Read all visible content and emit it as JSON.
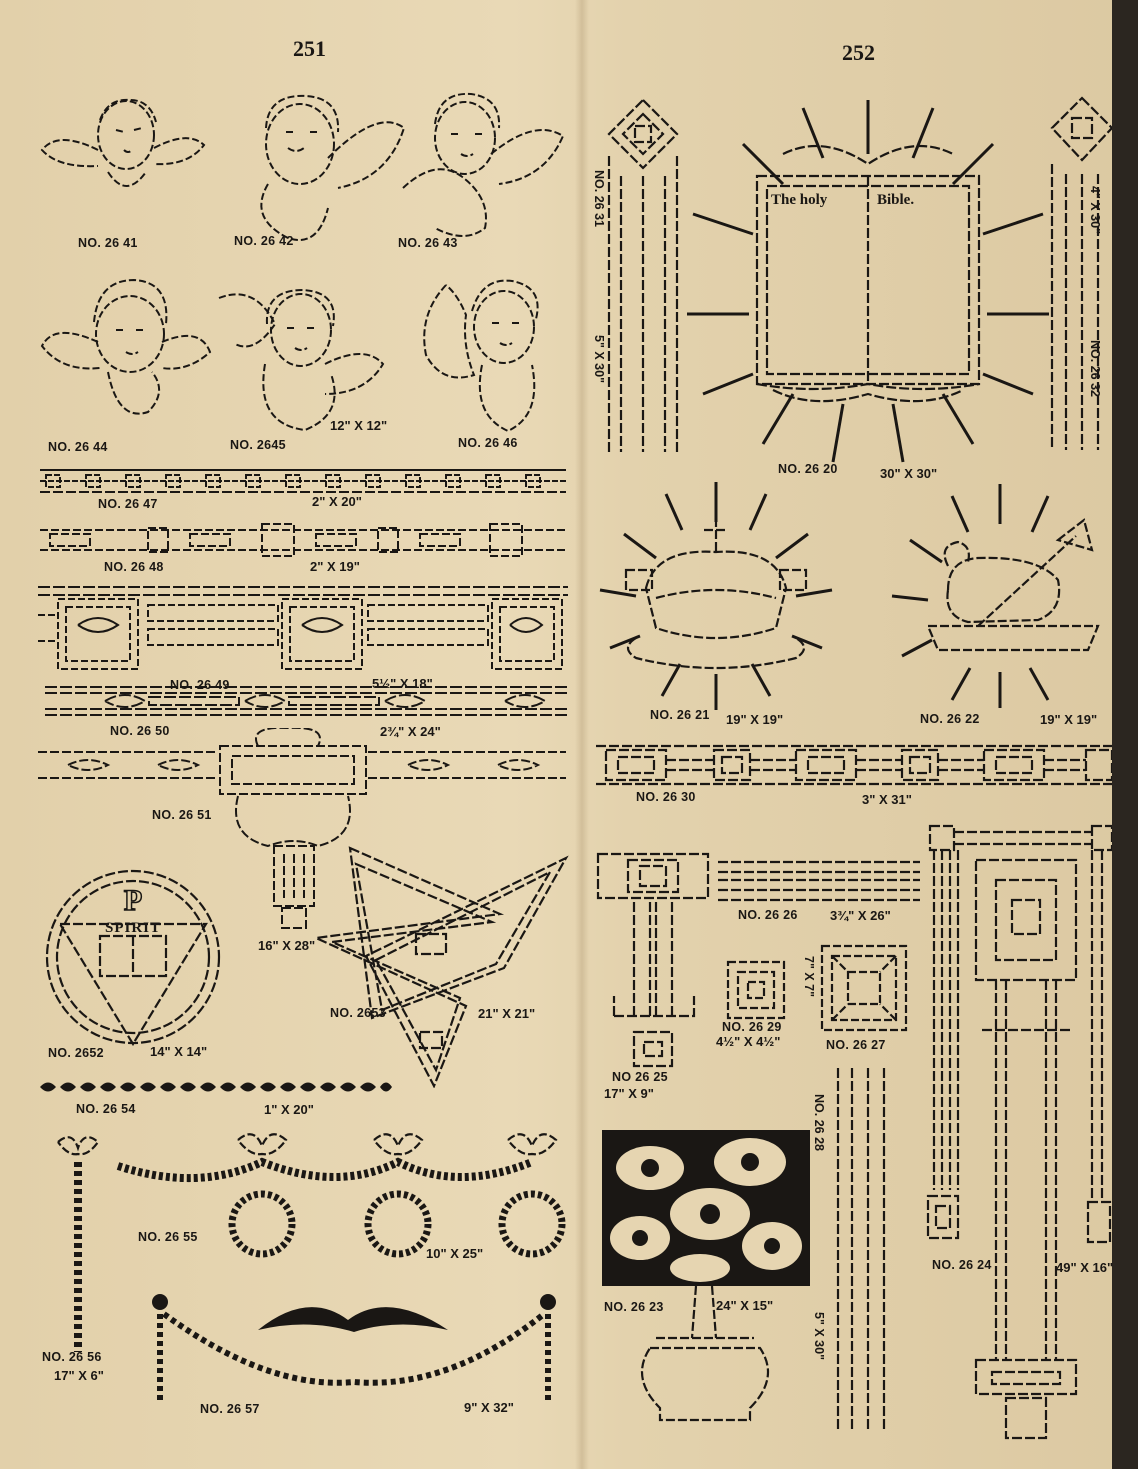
{
  "pages": {
    "left": "251",
    "right": "252"
  },
  "plates": [
    {
      "no": "NO. 26 41"
    },
    {
      "no": "NO. 26 42"
    },
    {
      "no": "NO. 26 43"
    },
    {
      "no": "NO. 26 44"
    },
    {
      "no": "NO. 2645",
      "size": "12\" X 12\""
    },
    {
      "no": "NO. 26 46"
    },
    {
      "no": "NO. 26 47",
      "size": "2\" X 20\""
    },
    {
      "no": "NO. 26 48",
      "size": "2\" X 19\""
    },
    {
      "no": "NO. 26 49",
      "size": "5½\" X 18\""
    },
    {
      "no": "NO. 26 50",
      "size": "2¾\" X 24\""
    },
    {
      "no": "NO. 26 51",
      "size": "16\" X 28\""
    },
    {
      "no": "NO. 2652",
      "size": "14\" X 14\""
    },
    {
      "no": "NO. 2653",
      "size": "21\" X 21\""
    },
    {
      "no": "NO. 26 54",
      "size": "1\" X 20\""
    },
    {
      "no": "NO. 26 55",
      "size": "10\" X 25\""
    },
    {
      "no": "NO. 26 56",
      "size": "17\" X 6\""
    },
    {
      "no": "NO. 26 57",
      "size": "9\" X 32\""
    },
    {
      "no": "NO. 26 31",
      "size": "5\" X 30\""
    },
    {
      "no": "NO. 26 20",
      "size": "30\" X 30\""
    },
    {
      "no": "NO. 26 32",
      "size": "4\" X 30\""
    },
    {
      "no": "NO. 26 21",
      "size": "19\" X 19\""
    },
    {
      "no": "NO. 26 22",
      "size": "19\" X 19\""
    },
    {
      "no": "NO. 26 30",
      "size": "3\" X 31\""
    },
    {
      "no": "NO. 26 26",
      "size": "3¾\" X 26\""
    },
    {
      "no": "NO. 26 29",
      "size": "4½\" X 4½\""
    },
    {
      "no": "NO. 26 27",
      "size": "7\" X 7\""
    },
    {
      "no": "NO 26 25",
      "size": "17\" X 9\""
    },
    {
      "no": "NO. 26 28",
      "size": "5\" X 30\""
    },
    {
      "no": "NO. 26 23",
      "size": "24\" X 15\""
    },
    {
      "no": "NO. 26 24",
      "size": "49\" X 16\""
    }
  ],
  "bible": {
    "left": "The holy",
    "right": "Bible."
  },
  "emblem": {
    "word": "SPIRIT",
    "letter": "P"
  }
}
